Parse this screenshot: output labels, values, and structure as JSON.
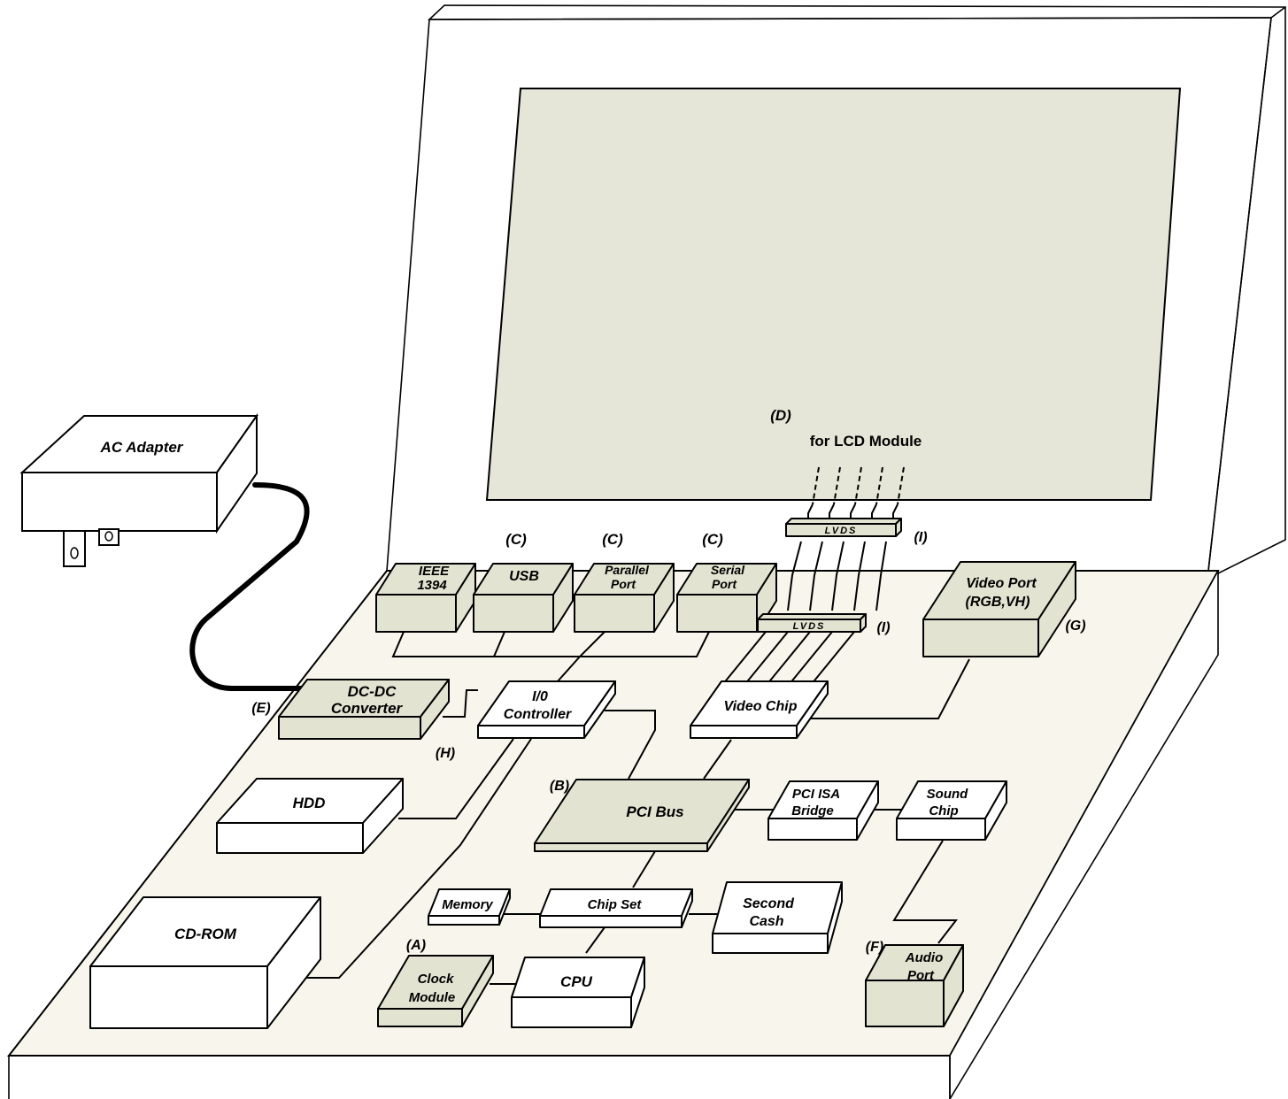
{
  "colors": {
    "screen": "#e6e6d8",
    "board": "#f8f6ec",
    "component_shaded": "#e2e3d1",
    "component_white": "#ffffff",
    "line": "#000000"
  },
  "components": {
    "ac_adapter": "AC Adapter",
    "ieee1394_line1": "IEEE",
    "ieee1394_line2": "1394",
    "usb": "USB",
    "parallel_line1": "Parallel",
    "parallel_line2": "Port",
    "serial_line1": "Serial",
    "serial_line2": "Port",
    "lvds_top": "LVDS",
    "lvds_bottom": "LVDS",
    "video_port_line1": "Video Port",
    "video_port_line2": "(RGB,VH)",
    "dcdc_line1": "DC-DC",
    "dcdc_line2": "Converter",
    "io_line1": "I/0",
    "io_line2": "Controller",
    "video_chip": "Video Chip",
    "hdd": "HDD",
    "pci_bus": "PCI Bus",
    "pci_isa_line1": "PCI ISA",
    "pci_isa_line2": "Bridge",
    "sound_line1": "Sound",
    "sound_line2": "Chip",
    "memory": "Memory",
    "chip_set": "Chip Set",
    "second_line1": "Second",
    "second_line2": "Cash",
    "cdrom": "CD-ROM",
    "clock_line1": "Clock",
    "clock_line2": "Module",
    "cpu": "CPU",
    "audio_line1": "Audio",
    "audio_line2": "Port"
  },
  "annotations": {
    "lcd_marker": "(D)",
    "lcd_label": "for LCD Module",
    "c_ieee_usb": "(C)",
    "c_parallel": "(C)",
    "c_serial": "(C)",
    "i_top": "(I)",
    "i_bottom": "(I)",
    "g": "(G)",
    "e": "(E)",
    "h": "(H)",
    "b": "(B)",
    "a": "(A)",
    "f": "(F)"
  }
}
